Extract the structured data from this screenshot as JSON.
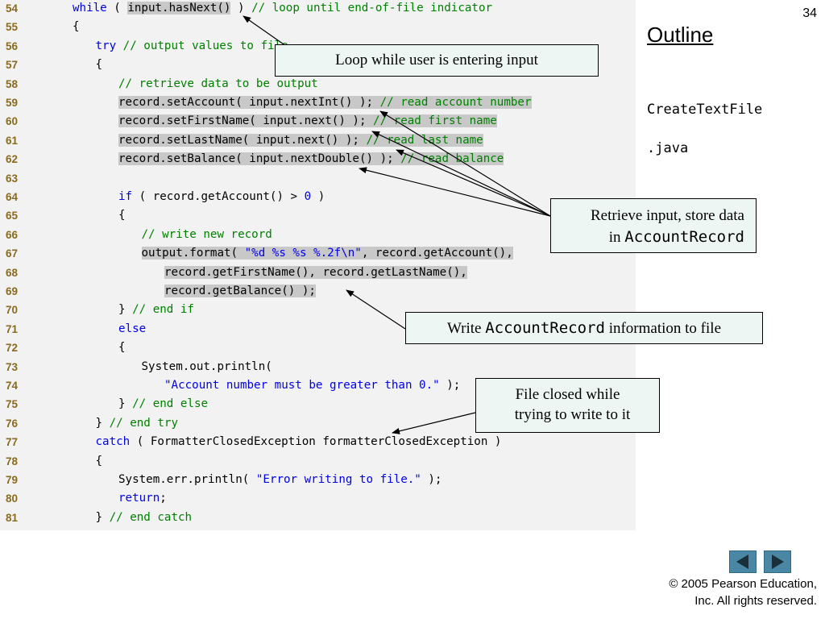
{
  "slide_number": "34",
  "outline": {
    "title": "Outline",
    "file_line1": "CreateTextFile",
    "file_line2": ".java"
  },
  "code_lines": [
    {
      "num": "54",
      "indent": 0,
      "parts": [
        {
          "t": "while",
          "c": "kw"
        },
        {
          "t": " ( "
        },
        {
          "t": "input.hasNext()",
          "c": "hl"
        },
        {
          "t": " ) "
        },
        {
          "t": "// loop until end-of-file indicator",
          "c": "cm"
        }
      ]
    },
    {
      "num": "55",
      "indent": 0,
      "parts": [
        {
          "t": "{"
        }
      ]
    },
    {
      "num": "56",
      "indent": 3,
      "parts": [
        {
          "t": "try",
          "c": "kw"
        },
        {
          "t": " "
        },
        {
          "t": "// output values to file",
          "c": "cm"
        }
      ]
    },
    {
      "num": "57",
      "indent": 3,
      "parts": [
        {
          "t": "{"
        }
      ]
    },
    {
      "num": "58",
      "indent": 6,
      "parts": [
        {
          "t": "// retrieve data to be output",
          "c": "cm"
        }
      ]
    },
    {
      "num": "59",
      "indent": 6,
      "parts": [
        {
          "t": "record.setAccount( input.nextInt() ); ",
          "c": "hl"
        },
        {
          "t": "// read account number",
          "c": "cm hl"
        }
      ]
    },
    {
      "num": "60",
      "indent": 6,
      "parts": [
        {
          "t": "record.setFirstName( input.next() ); ",
          "c": "hl"
        },
        {
          "t": "// read first name",
          "c": "cm hl"
        }
      ]
    },
    {
      "num": "61",
      "indent": 6,
      "parts": [
        {
          "t": "record.setLastName( input.next() ); ",
          "c": "hl"
        },
        {
          "t": "// read last name",
          "c": "cm hl"
        }
      ]
    },
    {
      "num": "62",
      "indent": 6,
      "parts": [
        {
          "t": "record.setBalance( input.nextDouble() ); ",
          "c": "hl"
        },
        {
          "t": "// read balance",
          "c": "cm hl"
        }
      ]
    },
    {
      "num": "63",
      "indent": 0,
      "parts": []
    },
    {
      "num": "64",
      "indent": 6,
      "parts": [
        {
          "t": "if",
          "c": "kw"
        },
        {
          "t": " ( record.getAccount() > "
        },
        {
          "t": "0",
          "c": "kw"
        },
        {
          "t": " )"
        }
      ]
    },
    {
      "num": "65",
      "indent": 6,
      "parts": [
        {
          "t": "{"
        }
      ]
    },
    {
      "num": "66",
      "indent": 9,
      "parts": [
        {
          "t": "// write new record",
          "c": "cm"
        }
      ]
    },
    {
      "num": "67",
      "indent": 9,
      "parts": [
        {
          "t": "output.format( ",
          "c": "hl"
        },
        {
          "t": "\"%d %s %s %.2f\\n\"",
          "c": "st hl"
        },
        {
          "t": ", record.getAccount(),",
          "c": "hl"
        }
      ]
    },
    {
      "num": "68",
      "indent": 12,
      "parts": [
        {
          "t": "record.getFirstName(), record.getLastName(),",
          "c": "hl"
        }
      ]
    },
    {
      "num": "69",
      "indent": 12,
      "parts": [
        {
          "t": "record.getBalance() );",
          "c": "hl"
        }
      ]
    },
    {
      "num": "70",
      "indent": 6,
      "parts": [
        {
          "t": "} "
        },
        {
          "t": "// end if",
          "c": "cm"
        }
      ]
    },
    {
      "num": "71",
      "indent": 6,
      "parts": [
        {
          "t": "else",
          "c": "kw"
        }
      ]
    },
    {
      "num": "72",
      "indent": 6,
      "parts": [
        {
          "t": "{"
        }
      ]
    },
    {
      "num": "73",
      "indent": 9,
      "parts": [
        {
          "t": "System.out.println("
        }
      ]
    },
    {
      "num": "74",
      "indent": 12,
      "parts": [
        {
          "t": "\"Account number must be greater than 0.\"",
          "c": "st"
        },
        {
          "t": " );"
        }
      ]
    },
    {
      "num": "75",
      "indent": 6,
      "parts": [
        {
          "t": "} "
        },
        {
          "t": "// end else",
          "c": "cm"
        }
      ]
    },
    {
      "num": "76",
      "indent": 3,
      "parts": [
        {
          "t": "} "
        },
        {
          "t": "// end try",
          "c": "cm"
        }
      ]
    },
    {
      "num": "77",
      "indent": 3,
      "parts": [
        {
          "t": "catch",
          "c": "kw"
        },
        {
          "t": " ( FormatterClosedException formatterClosedException )"
        }
      ]
    },
    {
      "num": "78",
      "indent": 3,
      "parts": [
        {
          "t": "{"
        }
      ]
    },
    {
      "num": "79",
      "indent": 6,
      "parts": [
        {
          "t": "System.err.println( "
        },
        {
          "t": "\"Error writing to file.\"",
          "c": "st"
        },
        {
          "t": " );"
        }
      ]
    },
    {
      "num": "80",
      "indent": 6,
      "parts": [
        {
          "t": "return",
          "c": "kw"
        },
        {
          "t": ";"
        }
      ]
    },
    {
      "num": "81",
      "indent": 3,
      "parts": [
        {
          "t": "} "
        },
        {
          "t": "// end catch",
          "c": "cm"
        }
      ]
    }
  ],
  "callouts": {
    "loop": "Loop while user is entering input",
    "retrieve_line1": "Retrieve input, store data",
    "retrieve_line2_prefix": "in ",
    "retrieve_line2_code": "AccountRecord",
    "write_prefix": "Write ",
    "write_code": "AccountRecord",
    "write_suffix": " information to file",
    "closed_line1": "File closed while",
    "closed_line2": "trying to write to it"
  },
  "nav": {
    "prev_icon": "triangle-left-icon",
    "next_icon": "triangle-right-icon",
    "color": "#4a87a5"
  },
  "copyright": {
    "line1": "© 2005 Pearson Education,",
    "line2": "Inc.  All rights reserved."
  },
  "colors": {
    "keyword": "#0000e6",
    "comment": "#008000",
    "line_number": "#8a6a1e",
    "highlight": "#c8c8c8",
    "callout_bg": "#eef6f3",
    "code_bg": "#f2f2f2"
  }
}
